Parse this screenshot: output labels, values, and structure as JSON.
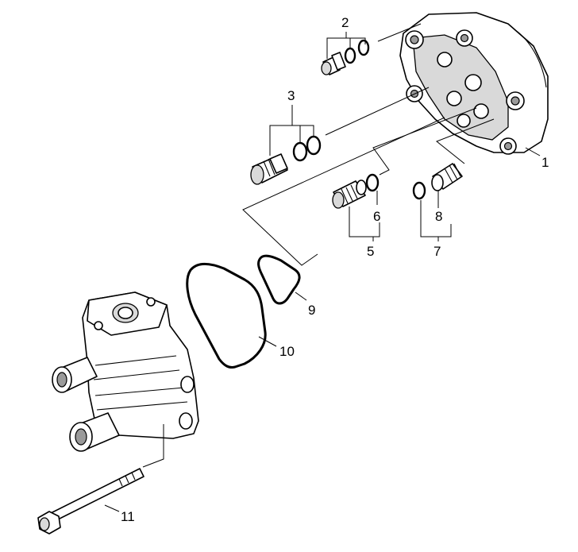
{
  "labels": {
    "p1": "1",
    "p2": "2",
    "p3": "3",
    "p5": "5",
    "p6": "6",
    "p7": "7",
    "p8": "8",
    "p9": "9",
    "p10": "10",
    "p11": "11"
  }
}
